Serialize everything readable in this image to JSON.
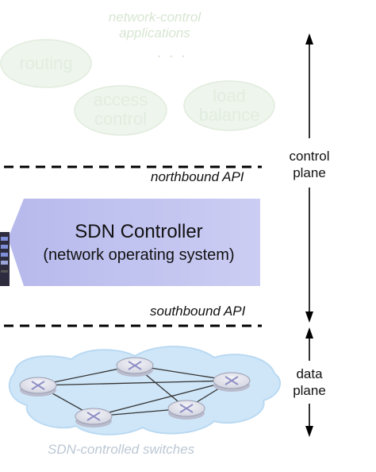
{
  "apps": {
    "title_line1": "network-control",
    "title_line2": "applications",
    "ellipsis": ". . .",
    "routing": "routing",
    "access_line1": "access",
    "access_line2": "control",
    "load_line1": "load",
    "load_line2": "balance"
  },
  "northbound_api": "northbound API",
  "southbound_api": "southbound API",
  "controller": {
    "line1": "SDN Controller",
    "line2": "(network operating system)"
  },
  "control_plane": {
    "line1": "control",
    "line2": "plane"
  },
  "data_plane": {
    "line1": "data",
    "line2": "plane"
  },
  "switches_caption": "SDN-controlled switches",
  "colors": {
    "app_fill": "#eef5ec",
    "app_stroke": "#e1ecdd",
    "controller_fill": "#c7c9f2",
    "cloud_fill": "#cfe6f8",
    "switch_fill": "#e6e7ef"
  }
}
